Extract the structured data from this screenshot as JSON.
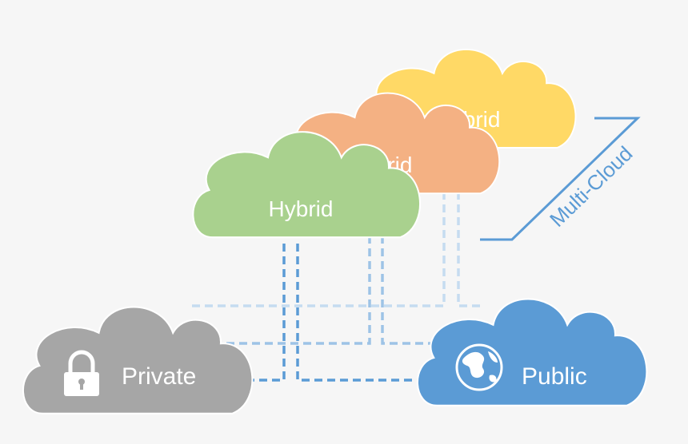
{
  "clouds": {
    "back_label": "Hybrid",
    "middle_label": "Hybrid",
    "front_label": "Hybrid",
    "private_label": "Private",
    "public_label": "Public"
  },
  "bracket": {
    "label": "Multi-Cloud"
  },
  "colors": {
    "background": "#f6f6f6",
    "yellow": "#ffd966",
    "orange": "#f4b183",
    "green": "#a9d18e",
    "private": "#a6a6a6",
    "public": "#5b9bd5",
    "line_strong": "#5b9bd5",
    "line_mid": "#9dc3e6",
    "line_light": "#c5dcf0"
  },
  "icons": {
    "private": "lock-icon",
    "public": "globe-icon"
  }
}
